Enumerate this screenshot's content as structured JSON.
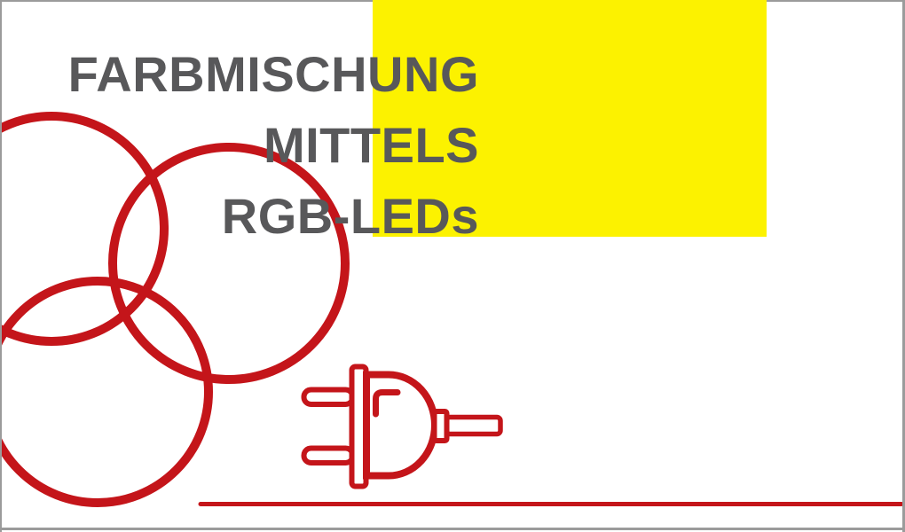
{
  "slide": {
    "title": {
      "lines": [
        "FARBMISCHUNG",
        "MITTELS",
        "RGB-LEDs"
      ]
    },
    "theme": {
      "background": "#FFFFFF",
      "border_gray": "#9B9B9B",
      "title_gray": "#58585A",
      "accent_yellow": "#FCF200",
      "accent_red": "#C4151A"
    },
    "decorations": {
      "icons": [
        "venn-circles-icon",
        "power-plug-icon",
        "red-rule"
      ]
    }
  }
}
